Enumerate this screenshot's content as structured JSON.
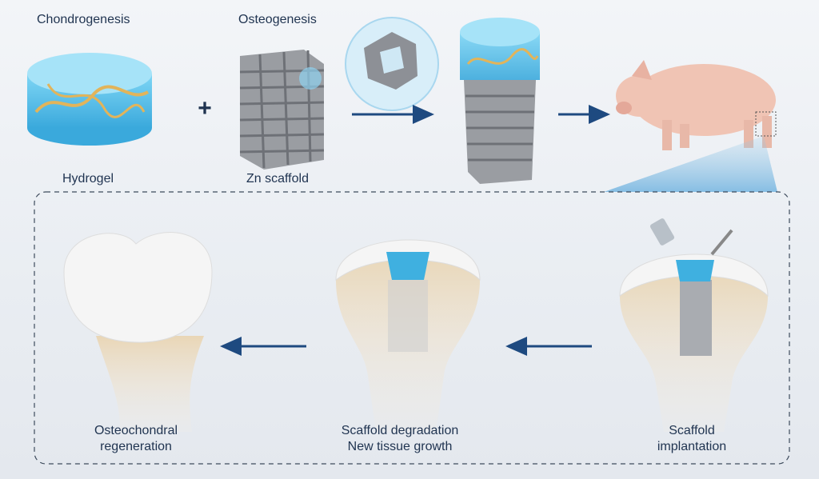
{
  "top": {
    "chondrogenesis": "Chondrogenesis",
    "osteogenesis": "Osteogenesis",
    "hydrogel": "Hydrogel",
    "zn_scaffold": "Zn scaffold",
    "plus": "+"
  },
  "bottom": {
    "regeneration": [
      "Osteochondral",
      "regeneration"
    ],
    "degradation": [
      "Scaffold degradation",
      "New tissue growth"
    ],
    "implantation": [
      "Scaffold",
      "implantation"
    ]
  },
  "colors": {
    "text": "#1f3350",
    "arrow": "#1e4a80",
    "hydrogel": "#5cc6ee",
    "scaffold": "#8a8d92",
    "bone": "#e8d3b0",
    "cartilage": "#f4f4f4",
    "pig": "#f0c4b4"
  }
}
